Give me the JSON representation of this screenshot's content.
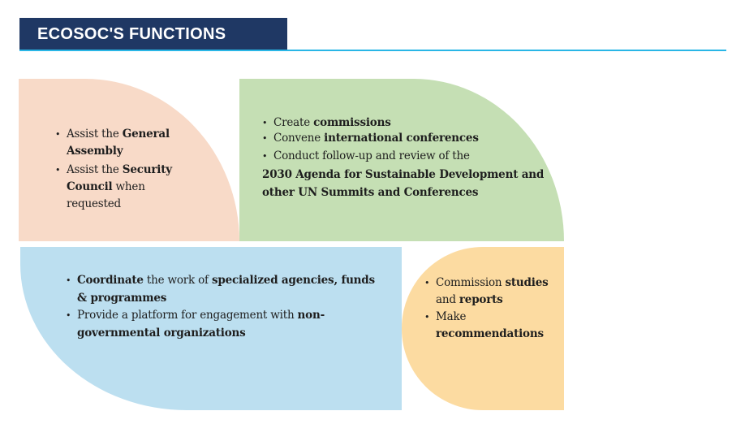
{
  "header": {
    "title": "ECOSOC'S FUNCTIONS"
  },
  "colors": {
    "title_bg": "#1f3864",
    "rule": "#29b6e6",
    "peach": "#f8dac8",
    "green": "#c5dfb4",
    "blue": "#bcdff0",
    "orange": "#fcdba1"
  },
  "panels": {
    "general_assembly": {
      "b1": [
        "Assist the ",
        "General Assembly"
      ],
      "b2": [
        "Assist the ",
        "Security Council",
        " when requested"
      ]
    },
    "commissions": {
      "b1": [
        "Create ",
        "commissions"
      ],
      "b2": [
        "Convene ",
        "international conferences"
      ],
      "b3": [
        "Conduct follow-up and review of the",
        "2030 Agenda for Sustainable Development and other UN Summits and Conferences"
      ]
    },
    "coordination": {
      "b1": [
        "Coordinate",
        " the work of ",
        "specialized agencies, funds & programmes"
      ],
      "b2": [
        "Provide a platform for engagement with ",
        "non-governmental organizations"
      ]
    },
    "studies": {
      "b1": [
        "Commission ",
        "studies",
        " and ",
        "reports"
      ],
      "b2": [
        "Make ",
        "recommendations"
      ]
    }
  }
}
